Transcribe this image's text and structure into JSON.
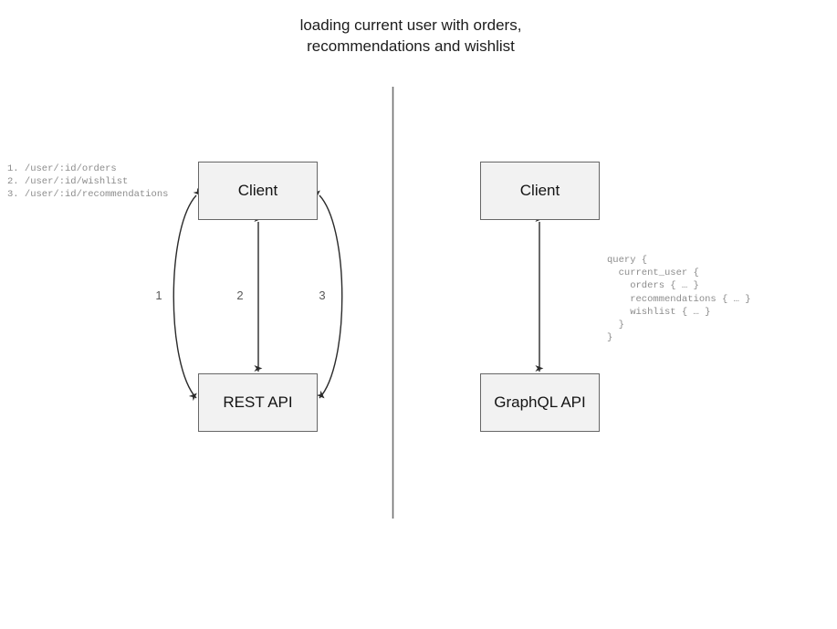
{
  "diagram": {
    "title": "loading current user with orders,\nrecommendations and wishlist",
    "background_color": "#ffffff",
    "divider_color": "#707070",
    "node_fill": "#f2f2f2",
    "node_border": "#676767",
    "edge_color": "#2b2b2b",
    "mono_text_color": "#8c8c8c"
  },
  "left_panel": {
    "name": "rest-approach",
    "nodes": {
      "client": "Client",
      "api": "REST API"
    },
    "endpoint_list": "1. /user/:id/orders\n2. /user/:id/wishlist\n3. /user/:id/recommendations",
    "edges": [
      {
        "label": "1",
        "shape": "curve-left",
        "direction": "bidirectional",
        "from": "Client",
        "to": "REST API"
      },
      {
        "label": "2",
        "shape": "straight",
        "direction": "bidirectional",
        "from": "Client",
        "to": "REST API"
      },
      {
        "label": "3",
        "shape": "curve-right",
        "direction": "bidirectional",
        "from": "Client",
        "to": "REST API"
      }
    ]
  },
  "right_panel": {
    "name": "graphql-approach",
    "nodes": {
      "client": "Client",
      "api": "GraphQL API"
    },
    "query": "query {\n  current_user {\n    orders { … }\n    recommendations { … }\n    wishlist { … }\n  }\n}",
    "edges": [
      {
        "label": "",
        "shape": "straight",
        "direction": "bidirectional",
        "from": "Client",
        "to": "GraphQL API"
      }
    ]
  }
}
